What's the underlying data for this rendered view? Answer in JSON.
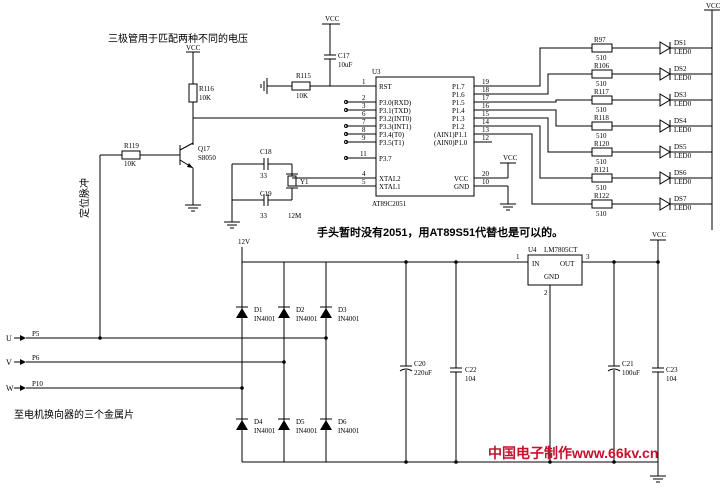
{
  "notes": {
    "transistor_note": "三极管用于匹配两种不同的电压",
    "replace_note": "手头暂时没有2051，用AT89S51代替也是可以的。",
    "positioning_pulse": "定位脉冲",
    "commutator_note": "至电机换向器的三个金属片"
  },
  "power": {
    "vcc": "VCC",
    "v12": "12V"
  },
  "mcu": {
    "ref": "U3",
    "part": "AT89C2051",
    "left_pins": [
      {
        "num": "1",
        "name": "RST"
      },
      {
        "num": "2",
        "name": "P3.0(RXD)"
      },
      {
        "num": "3",
        "name": "P3.1(TXD)"
      },
      {
        "num": "6",
        "name": "P3.2(INT0)"
      },
      {
        "num": "7",
        "name": "P3.3(INT1)"
      },
      {
        "num": "8",
        "name": "P3.4(T0)"
      },
      {
        "num": "9",
        "name": "P3.5(T1)"
      },
      {
        "num": "11",
        "name": "P3.7"
      },
      {
        "num": "4",
        "name": "XTAL2"
      },
      {
        "num": "5",
        "name": "XTAL1"
      }
    ],
    "right_pins": [
      {
        "num": "19",
        "name": "P1.7"
      },
      {
        "num": "18",
        "name": "P1.6"
      },
      {
        "num": "17",
        "name": "P1.5"
      },
      {
        "num": "16",
        "name": "P1.4"
      },
      {
        "num": "15",
        "name": "P1.3"
      },
      {
        "num": "14",
        "name": "P1.2"
      },
      {
        "num": "13",
        "name": "(AIN1)P1.1"
      },
      {
        "num": "12",
        "name": "(AIN0)P1.0"
      },
      {
        "num": "20",
        "name": "VCC"
      },
      {
        "num": "10",
        "name": "GND"
      }
    ]
  },
  "reset": {
    "cap_ref": "C17",
    "cap_val": "10uF",
    "res_ref": "R115",
    "res_val": "10K"
  },
  "transistor": {
    "ref": "Q17",
    "part": "S8050",
    "r_collector_ref": "R116",
    "r_collector_val": "10K",
    "r_base_ref": "R119",
    "r_base_val": "10K"
  },
  "crystal": {
    "ref": "Y1",
    "freq": "12M",
    "c1_ref": "C18",
    "c1_val": "33",
    "c2_ref": "C19",
    "c2_val": "33"
  },
  "leds": [
    {
      "r_ref": "R97",
      "r_val": "510",
      "ref": "DS1",
      "part": "LED0"
    },
    {
      "r_ref": "R106",
      "r_val": "510",
      "ref": "DS2",
      "part": "LED0"
    },
    {
      "r_ref": "R117",
      "r_val": "510",
      "ref": "DS3",
      "part": "LED0"
    },
    {
      "r_ref": "R118",
      "r_val": "510",
      "ref": "DS4",
      "part": "LED0"
    },
    {
      "r_ref": "R120",
      "r_val": "510",
      "ref": "DS5",
      "part": "LED0"
    },
    {
      "r_ref": "R121",
      "r_val": "510",
      "ref": "DS6",
      "part": "LED0"
    },
    {
      "r_ref": "R122",
      "r_val": "510",
      "ref": "DS7",
      "part": "LED0"
    }
  ],
  "rectifier": {
    "diodes": [
      {
        "ref": "D1",
        "part": "IN4001"
      },
      {
        "ref": "D2",
        "part": "IN4001"
      },
      {
        "ref": "D3",
        "part": "IN4001"
      },
      {
        "ref": "D4",
        "part": "IN4001"
      },
      {
        "ref": "D5",
        "part": "IN4001"
      },
      {
        "ref": "D6",
        "part": "IN4001"
      }
    ],
    "inputs": [
      {
        "phase": "U",
        "pin": "P5"
      },
      {
        "phase": "V",
        "pin": "P6"
      },
      {
        "phase": "W",
        "pin": "P10"
      }
    ]
  },
  "regulator": {
    "ref": "U4",
    "part": "LM7805CT",
    "in": "IN",
    "out": "OUT",
    "gnd": "GND",
    "pin_in": "1",
    "pin_out": "3",
    "pin_gnd": "2"
  },
  "caps": {
    "c20_ref": "C20",
    "c20_val": "220uF",
    "c22_ref": "C22",
    "c22_val": "104",
    "c21_ref": "C21",
    "c21_val": "100uF",
    "c23_ref": "C23",
    "c23_val": "104"
  },
  "watermark": "中国电子制作www.66kv.cn"
}
